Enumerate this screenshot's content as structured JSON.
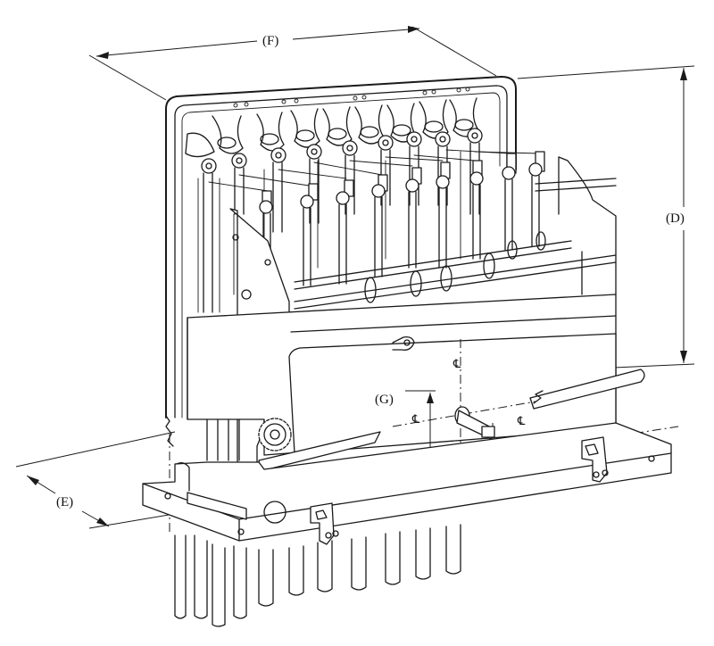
{
  "figure": {
    "labels": {
      "f": "(F)",
      "d": "(D)",
      "g": "(G)",
      "e": "(E)"
    },
    "centerline_symbol": "℄",
    "colors": {
      "line": "#1a1a1a",
      "background": "#ffffff"
    }
  }
}
